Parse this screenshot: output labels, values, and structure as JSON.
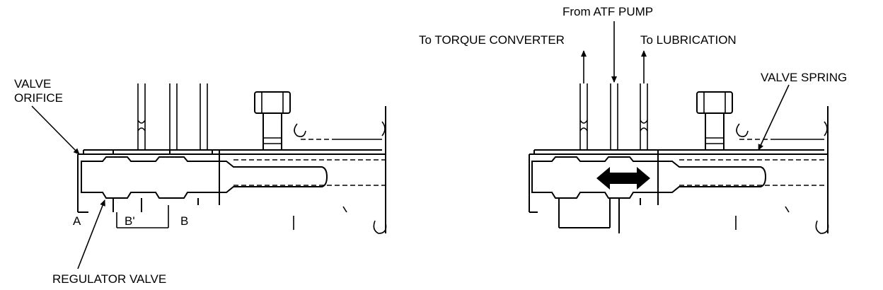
{
  "labels": {
    "valve_orifice_line1": "VALVE",
    "valve_orifice_line2": "ORIFICE",
    "regulator_valve": "REGULATOR VALVE",
    "port_a": "A",
    "port_b_prime": "B'",
    "port_b": "B",
    "from_atf_pump": "From ATF PUMP",
    "to_torque_converter": "To TORQUE CONVERTER",
    "to_lubrication": "To LUBRICATION",
    "valve_spring": "VALVE SPRING"
  },
  "colors": {
    "line": "#000000",
    "background": "#ffffff"
  }
}
